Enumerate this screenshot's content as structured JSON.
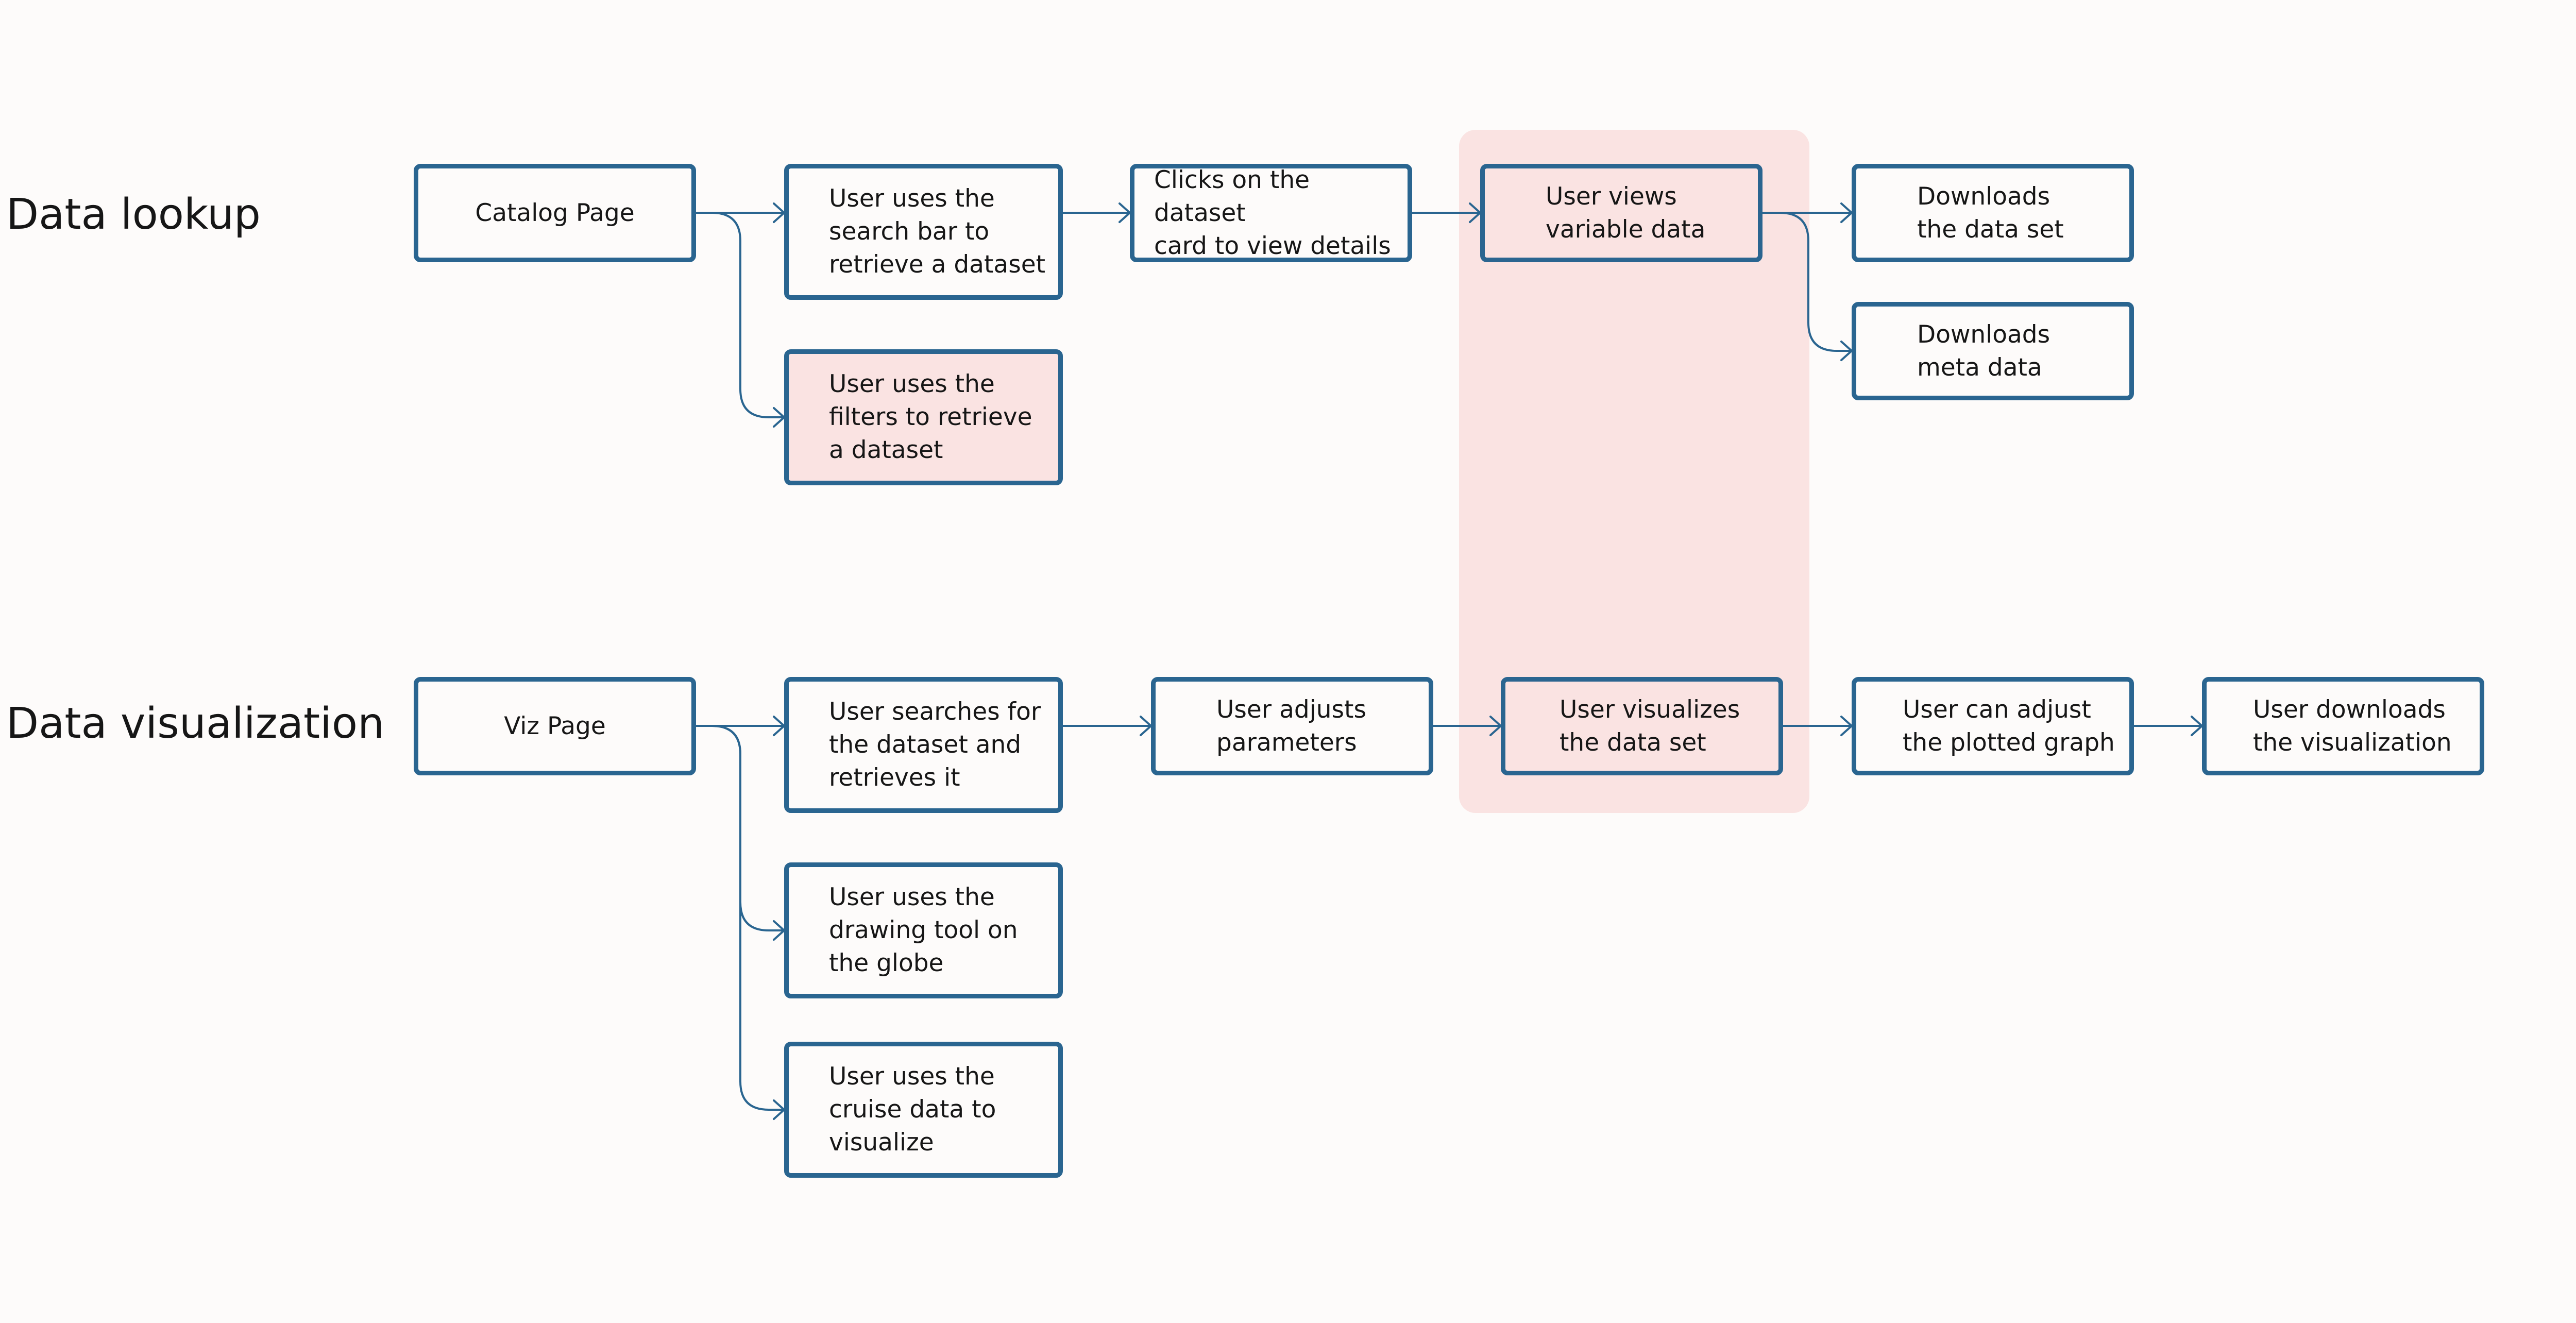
{
  "sections": {
    "lookup": {
      "title": "Data lookup"
    },
    "viz": {
      "title": "Data visualization"
    }
  },
  "nodes": {
    "catalog_page": "Catalog Page",
    "search_bar": "User uses the\nsearch bar to\nretrieve a dataset",
    "filters": "User uses the\nfilters to retrieve\na dataset",
    "clicks_card": "Clicks on the dataset\ncard to view details",
    "views_variable": "User views\nvariable data",
    "downloads_dataset": "Downloads\nthe data set",
    "downloads_meta": "Downloads\nmeta data",
    "viz_page": "Viz Page",
    "searches_dataset": "User searches for\nthe dataset and\nretrieves it",
    "drawing_tool": "User uses the\ndrawing tool on\nthe globe",
    "cruise_data": "User uses the\ncruise data to\nvisualize",
    "adjusts_params": "User adjusts\nparameters",
    "visualizes_dataset": "User visualizes\nthe data set",
    "adjust_graph": "User can adjust\nthe plotted graph",
    "downloads_viz": "User downloads\nthe visualization"
  },
  "colors": {
    "border": "#2a6590",
    "highlight": "#fae3e2",
    "background": "#fdfbfa",
    "text": "#161616"
  }
}
